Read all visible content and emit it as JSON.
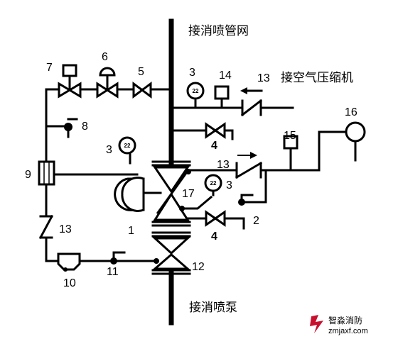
{
  "labels": {
    "sprinkler_network": "接消喷管网",
    "air_compressor": "接空气压缩机",
    "sprinkler_pump": "接消喷泵"
  },
  "numbers": {
    "n1": "1",
    "n2": "2",
    "n3a": "3",
    "n3b": "3",
    "n3c": "3",
    "n4a": "4",
    "n4b": "4",
    "n5": "5",
    "n6": "6",
    "n7": "7",
    "n8": "8",
    "n9": "9",
    "n10": "10",
    "n11": "11",
    "n12": "12",
    "n13a": "13",
    "n13b": "13",
    "n13c": "13",
    "n14": "14",
    "n15": "15",
    "n16": "16",
    "n17": "17"
  },
  "gauge_text": "22",
  "watermark": {
    "brand": "智淼消防",
    "url": "zmjaxf.com"
  }
}
